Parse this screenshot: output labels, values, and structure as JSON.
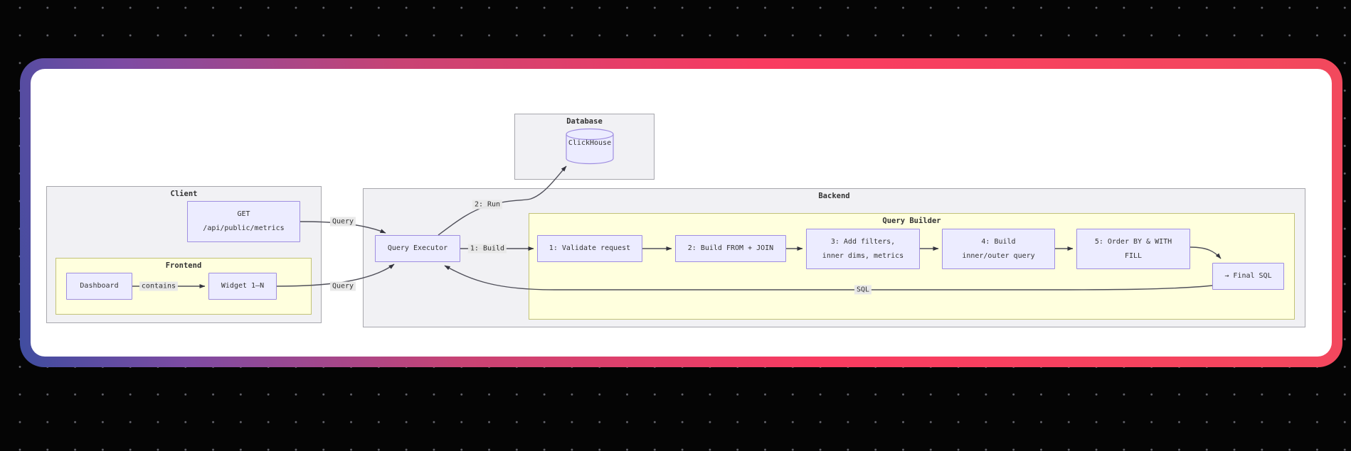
{
  "colors": {
    "background": "#050505",
    "dot": "#66666e",
    "frame_gradient_start": "#3f4da0",
    "frame_gradient_mid": "#c84374",
    "frame_gradient_end": "#f93b60",
    "card": "#ffffff",
    "node_fill": "#ECECFF",
    "node_border": "#9f8ee0",
    "cluster_fill": "#f1f1f4",
    "inner_cluster_fill": "#ffffde",
    "edge_line": "#50505a",
    "text": "#333333"
  },
  "diagram": {
    "clusters": {
      "database": "Database",
      "client": "Client",
      "backend": "Backend",
      "frontend": "Frontend",
      "query_builder": "Query Builder"
    },
    "nodes": {
      "clickhouse": {
        "lines": [
          "ClickHouse"
        ]
      },
      "get": {
        "lines": [
          "GET",
          "/api/public/metrics"
        ]
      },
      "dashboard": {
        "lines": [
          "Dashboard"
        ]
      },
      "widget": {
        "lines": [
          "Widget 1–N"
        ]
      },
      "query_executor": {
        "lines": [
          "Query Executor"
        ]
      },
      "validate": {
        "lines": [
          "1: Validate request"
        ]
      },
      "from_join": {
        "lines": [
          "2: Build FROM + JOIN"
        ]
      },
      "filters": {
        "lines": [
          "3: Add filters,",
          "inner dims, metrics"
        ]
      },
      "inner_outer": {
        "lines": [
          "4: Build",
          "inner/outer query"
        ]
      },
      "order_by": {
        "lines": [
          "5: Order BY & WITH",
          "FILL"
        ]
      },
      "final_sql": {
        "lines": [
          "→ Final SQL"
        ]
      }
    },
    "edge_labels": {
      "query_top": "Query",
      "query_bottom": "Query",
      "contains": "contains",
      "build": "1: Build",
      "run": "2: Run",
      "sql": "SQL"
    }
  }
}
